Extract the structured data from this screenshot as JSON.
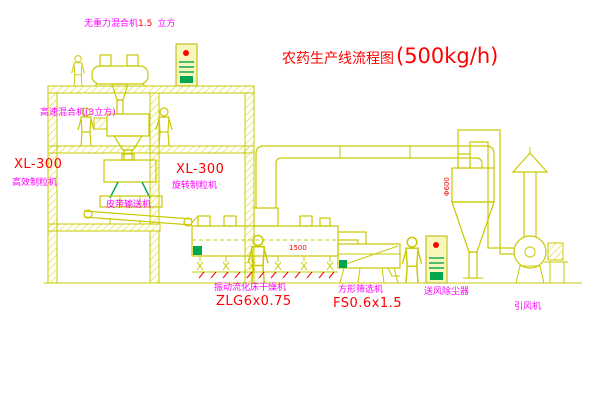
{
  "title": {
    "name": "农药生产线流程图",
    "capacity": "(500kg/h)"
  },
  "labels": {
    "top_mixer": {
      "pre": "无重力混合机",
      "num": "1.5",
      "post": "立方"
    },
    "speed_mixer": "高速混合机(3立方)",
    "granulator_left_model": "XL-300",
    "granulator_left": "高效制粒机",
    "granulator_center_model": "XL-300",
    "granulator_center": "旋转制粒机",
    "belt_conveyor": "皮带输送机",
    "dryer": "振动流化床干燥机",
    "dryer_model": "ZLG6x0.75",
    "sieve": "方形筛选机",
    "sieve_model": "FS0.6x1.5",
    "air_dust_unit": "送风除尘器",
    "fan": "引风机",
    "dim_duct": "1500",
    "dim_cyclone": "Φ600"
  },
  "colors": {
    "line_yellow": "#c9c900",
    "accent_green": "#00a650",
    "text_red": "#ff0000",
    "text_magenta": "#ff00ff",
    "background": "#ffffff"
  }
}
